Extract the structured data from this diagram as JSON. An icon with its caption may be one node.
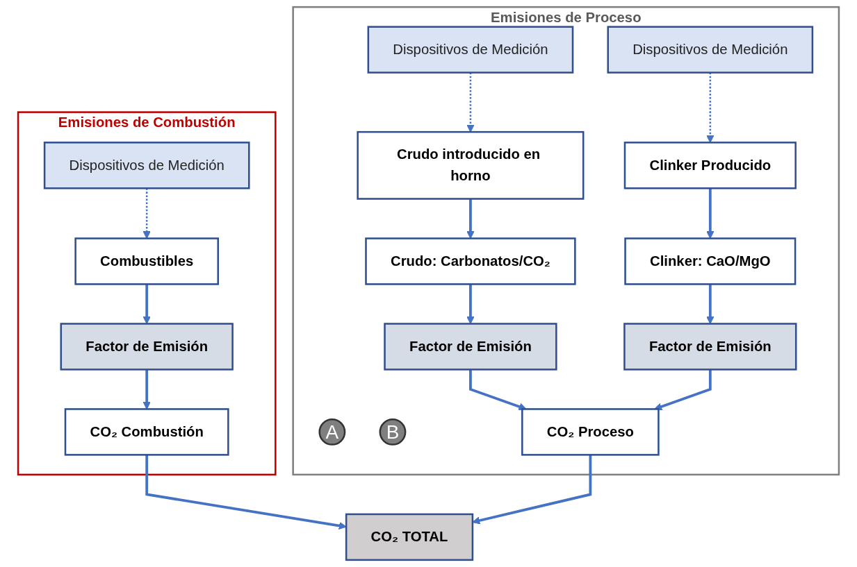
{
  "diagram": {
    "nodes": [
      {
        "text": [
          "Emisiones de Combustión"
        ]
      },
      {
        "text": [
          "Combustibles"
        ],
        "in": 0
      },
      {
        "text": [
          "Dispositivos de Medición"
        ],
        "in": 0
      },
      {
        "text": [
          "Factor de Emisión"
        ],
        "in": 0
      },
      {
        "text": [
          "CO₂ Combustión"
        ],
        "in": 0
      },
      {
        "text": [
          "Emisiones de Proceso"
        ]
      },
      {
        "text": [
          "Crudo introducido en horno"
        ],
        "in": 5
      },
      {
        "text": [
          "Clinker Producido"
        ],
        "in": 5
      },
      {
        "text": [
          "Dispositivos de Medición"
        ],
        "in": 5
      },
      {
        "text": [
          "Dispositivos de Medición"
        ],
        "in": 5
      },
      {
        "text": [
          "Crudo: Carbonatos/CO₂"
        ],
        "in": 5
      },
      {
        "text": [
          "Clinker: CaO/MgO"
        ],
        "in": 5
      },
      {
        "text": [
          "A"
        ],
        "in": 5
      },
      {
        "text": [
          "B"
        ],
        "in": 5
      },
      {
        "text": [
          "Factor de Emisión"
        ],
        "in": 5
      },
      {
        "text": [
          "Factor de Emisión"
        ],
        "in": 5
      },
      {
        "text": [
          "CO₂ Proceso"
        ],
        "in": 5
      },
      {
        "text": [
          "CO₂ TOTAL"
        ]
      }
    ],
    "edges": [
      {
        "from": 2,
        "to": 1,
        "arrow": "to",
        "style": "dashed"
      },
      {
        "from": 1,
        "to": 3,
        "arrow": "to"
      },
      {
        "from": 3,
        "to": 4,
        "arrow": "to"
      },
      {
        "from": 8,
        "to": 6,
        "arrow": "to",
        "style": "dashed"
      },
      {
        "from": 9,
        "to": 7,
        "arrow": "to",
        "style": "dashed"
      },
      {
        "from": 6,
        "to": 10,
        "arrow": "to"
      },
      {
        "from": 7,
        "to": 11,
        "arrow": "to"
      },
      {
        "from": 10,
        "to": 14,
        "arrow": "to"
      },
      {
        "from": 11,
        "to": 15,
        "arrow": "to"
      },
      {
        "from": 14,
        "to": 16,
        "arrow": "to"
      },
      {
        "from": 15,
        "to": 16,
        "arrow": "to"
      },
      {
        "from": 4,
        "to": 17,
        "arrow": "to"
      },
      {
        "from": 16,
        "to": 17,
        "arrow": "to"
      }
    ]
  }
}
